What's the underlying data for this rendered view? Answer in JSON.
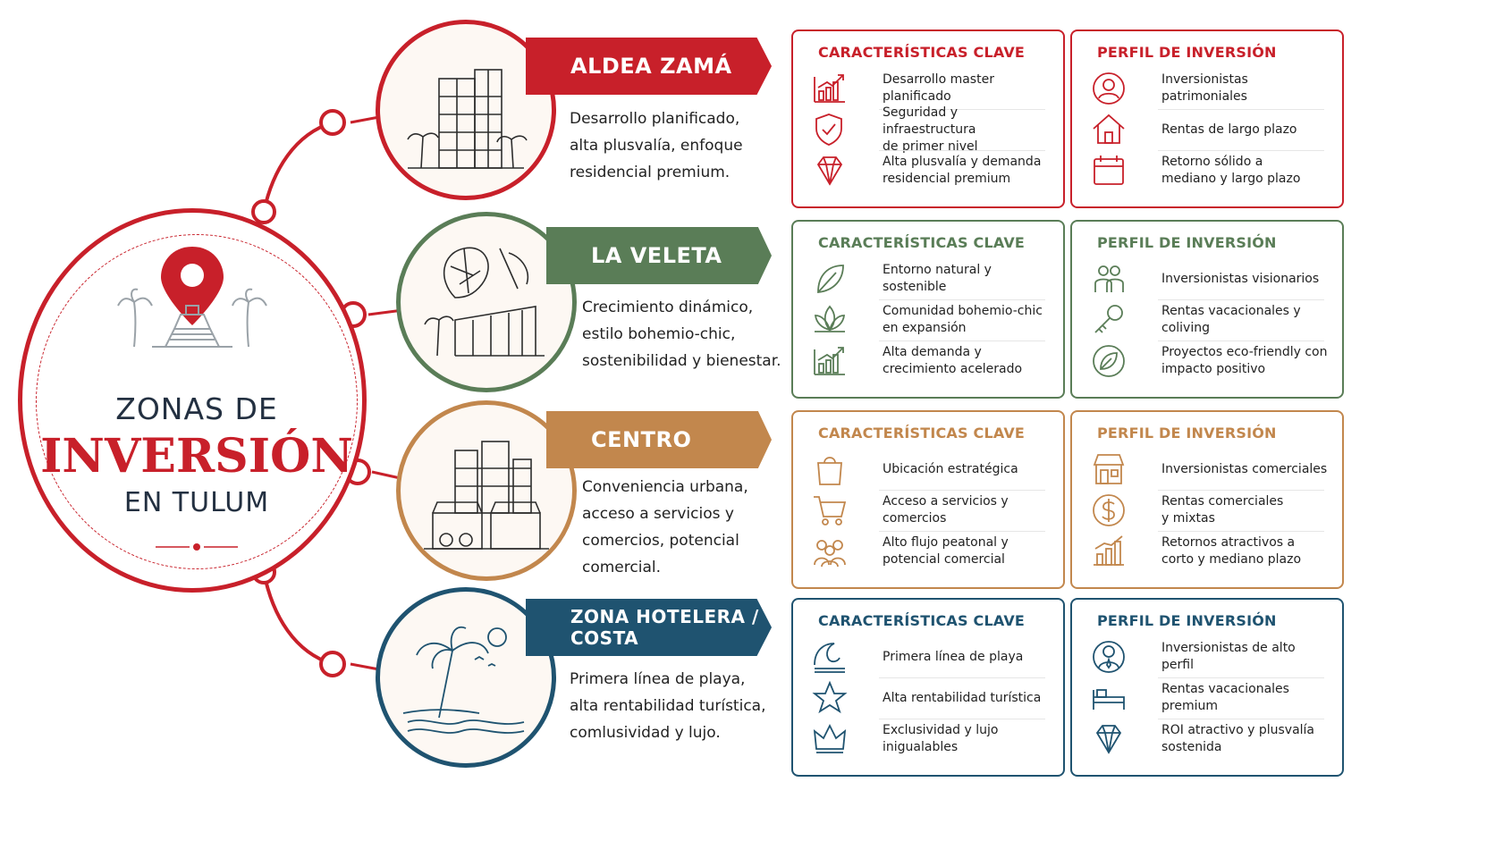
{
  "hub": {
    "line1": "ZONAS DE",
    "line2": "INVERSIÓN",
    "line3": "EN TULUM",
    "icon": "map-pin-pyramid-icon",
    "color": "#c8202a"
  },
  "zones": [
    {
      "name": "ALDEA ZAMÁ",
      "color": "#c8202a",
      "icon": "building-palms-icon",
      "description": "Desarrollo planificado,\nalta plusvalía, enfoque\nresidencial premium.",
      "features_title": "CARACTERÍSTICAS CLAVE",
      "features": [
        {
          "text": "Desarrollo master planificado",
          "icon": "growth-chart-icon"
        },
        {
          "text": "Seguridad y infraestructura\nde primer nivel",
          "icon": "shield-check-icon"
        },
        {
          "text": "Alta plusvalía y demanda\nresidencial premium",
          "icon": "diamond-icon"
        }
      ],
      "profile_title": "PERFIL DE INVERSIÓN",
      "profile": [
        {
          "text": "Inversionistas patrimoniales",
          "icon": "person-icon"
        },
        {
          "text": "Rentas de largo plazo",
          "icon": "house-icon"
        },
        {
          "text": "Retorno sólido a\nmediano y largo plazo",
          "icon": "calendar-icon"
        }
      ]
    },
    {
      "name": "LA VELETA",
      "color": "#5a7d57",
      "icon": "jungle-house-icon",
      "description": "Crecimiento dinámico,\nestilo bohemio-chic,\nsostenibilidad y bienestar.",
      "features_title": "CARACTERÍSTICAS CLAVE",
      "features": [
        {
          "text": "Entorno natural y sostenible",
          "icon": "leaf-icon"
        },
        {
          "text": "Comunidad bohemio-chic\nen expansión",
          "icon": "lotus-icon"
        },
        {
          "text": "Alta demanda y\ncrecimiento acelerado",
          "icon": "growth-chart-icon"
        }
      ],
      "profile_title": "PERFIL DE INVERSIÓN",
      "profile": [
        {
          "text": "Inversionistas visionarios",
          "icon": "people-icon"
        },
        {
          "text": "Rentas vacacionales y\ncoliving",
          "icon": "key-icon"
        },
        {
          "text": "Proyectos eco-friendly con\nimpacto positivo",
          "icon": "eco-leaf-icon"
        }
      ]
    },
    {
      "name": "CENTRO",
      "color": "#c2874d",
      "icon": "city-shops-icon",
      "description": "Conveniencia urbana,\nacceso a servicios y\ncomercios, potencial\ncomercial.",
      "features_title": "CARACTERÍSTICAS CLAVE",
      "features": [
        {
          "text": "Ubicación estratégica",
          "icon": "shopping-bag-icon"
        },
        {
          "text": "Acceso a servicios y comercios",
          "icon": "cart-icon"
        },
        {
          "text": "Alto flujo peatonal y\npotencial comercial",
          "icon": "crowd-icon"
        }
      ],
      "profile_title": "PERFIL DE INVERSIÓN",
      "profile": [
        {
          "text": "Inversionistas comerciales",
          "icon": "storefront-icon"
        },
        {
          "text": "Rentas comerciales\ny mixtas",
          "icon": "dollar-coin-icon"
        },
        {
          "text": "Retornos atractivos a\ncorto y mediano plazo",
          "icon": "bar-growth-icon"
        }
      ]
    },
    {
      "name": "ZONA HOTELERA / COSTA",
      "color": "#1f5370",
      "icon": "beach-palm-icon",
      "description": "Primera línea de playa,\nalta rentabilidad turística,\ncomlusividad y lujo.",
      "features_title": "CARACTERÍSTICAS CLAVE",
      "features": [
        {
          "text": "Primera línea de playa",
          "icon": "wave-icon"
        },
        {
          "text": "Alta rentabilidad turística",
          "icon": "star-icon"
        },
        {
          "text": "Exclusividad y lujo\ninigualables",
          "icon": "crown-icon"
        }
      ],
      "profile_title": "PERFIL DE INVERSIÓN",
      "profile": [
        {
          "text": "Inversionistas de alto perfil",
          "icon": "executive-icon"
        },
        {
          "text": "Rentas vacacionales premium",
          "icon": "bed-icon"
        },
        {
          "text": "ROI atractivo y plusvalía\nsostenida",
          "icon": "diamond-icon"
        }
      ]
    }
  ]
}
